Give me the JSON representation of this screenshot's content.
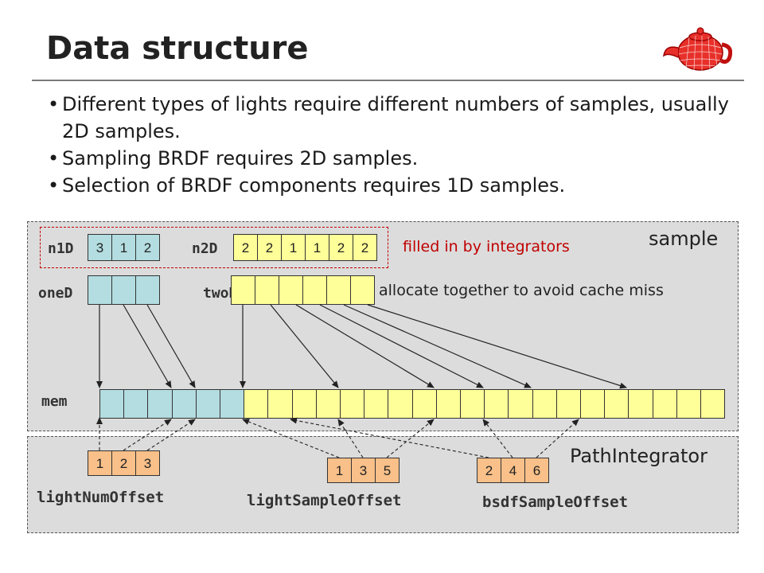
{
  "title": "Data structure",
  "bullets": [
    "Different types of lights require different numbers of samples, usually 2D samples.",
    "Sampling BRDF requires 2D samples.",
    "Selection of BRDF components requires 1D samples."
  ],
  "sample_panel": {
    "label": "sample",
    "n1D_label": "n1D",
    "n1D_values": [
      "3",
      "1",
      "2"
    ],
    "n2D_label": "n2D",
    "n2D_values": [
      "2",
      "2",
      "1",
      "1",
      "2",
      "2"
    ],
    "filled_note": "filled in by integrators",
    "oneD_label": "oneD",
    "twoD_label": "twoD",
    "alloc_note": "allocate together to avoid cache miss",
    "mem_label": "mem"
  },
  "path_panel": {
    "label": "PathIntegrator",
    "lightNumOffset_label": "lightNumOffset",
    "lightNumOffset_values": [
      "1",
      "2",
      "3"
    ],
    "lightSampleOffset_label": "lightSampleOffset",
    "lightSampleOffset_values": [
      "1",
      "3",
      "5"
    ],
    "bsdfSampleOffset_label": "bsdfSampleOffset",
    "bsdfSampleOffset_values": [
      "2",
      "4",
      "6"
    ]
  },
  "colors": {
    "yellow": "#ffff99",
    "teal": "#b3dde0",
    "orange": "#f9c089",
    "note_red": "#c00000"
  },
  "icons": [
    "teapot-logo-icon"
  ]
}
